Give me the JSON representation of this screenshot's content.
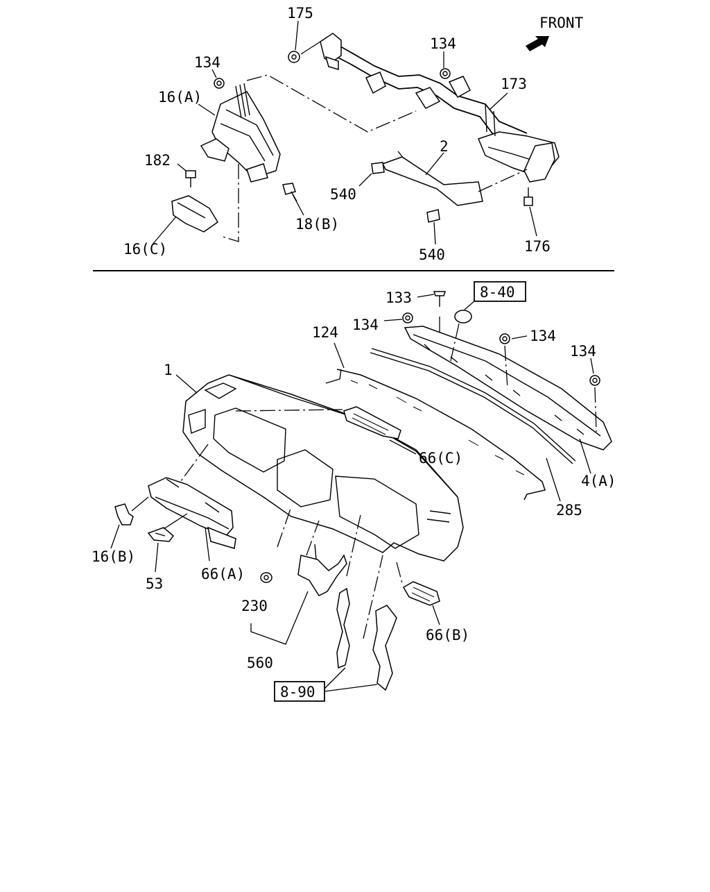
{
  "header": {
    "front_label": "FRONT"
  },
  "upper_callouts": {
    "c175": "175",
    "c134_left": "134",
    "c134_right": "134",
    "c173": "173",
    "c16a": "16(A)",
    "c182": "182",
    "c2": "2",
    "c540_left": "540",
    "c540_right": "540",
    "c18b": "18(B)",
    "c16c": "16(C)",
    "c176": "176"
  },
  "lower_callouts": {
    "ref_840": "8-40",
    "c133": "133",
    "c134_a": "134",
    "c134_b": "134",
    "c134_c": "134",
    "c124": "124",
    "c1": "1",
    "c66c": "66(C)",
    "c4a": "4(A)",
    "c285": "285",
    "c16b": "16(B)",
    "c53": "53",
    "c66a": "66(A)",
    "c230": "230",
    "c560": "560",
    "c66b": "66(B)",
    "ref_890": "8-90"
  }
}
